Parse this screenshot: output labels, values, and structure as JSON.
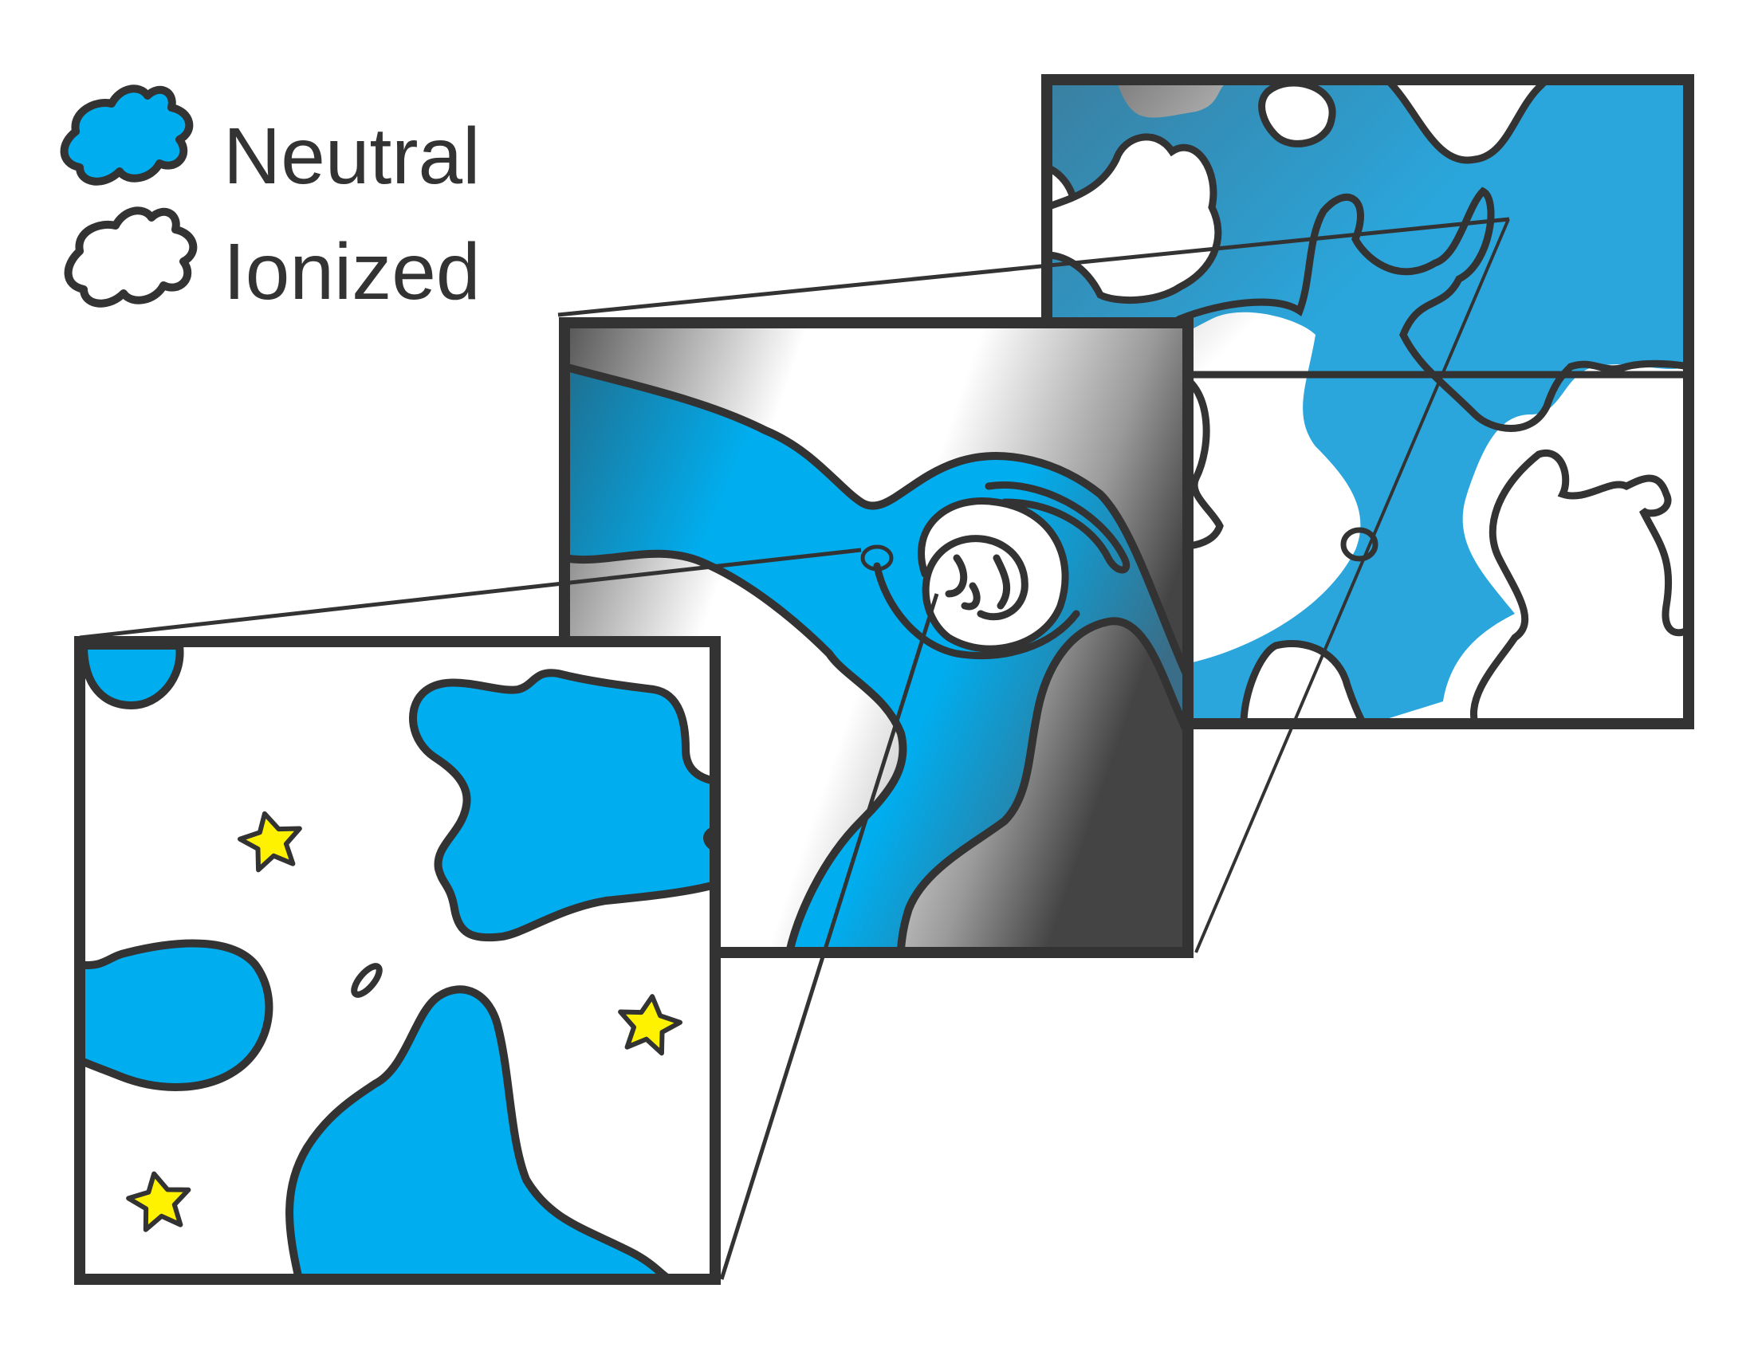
{
  "legend": {
    "items": [
      {
        "label": "Neutral",
        "swatch": "neutral-blob-icon",
        "color": "#00AEEF"
      },
      {
        "label": "Ionized",
        "swatch": "ionized-blob-icon",
        "color": "#FFFFFF"
      }
    ]
  },
  "colors": {
    "neutral": "#00AEEF",
    "ionized": "#FFFFFF",
    "outline": "#333333",
    "star": "#FFF200",
    "background": "#FFFFFF"
  },
  "panels": [
    {
      "name": "far-zoom-panel",
      "description_icon": "zoomed-out-region"
    },
    {
      "name": "mid-zoom-panel",
      "description_icon": "zoom-in-swirl-region"
    },
    {
      "name": "near-zoom-panel",
      "description_icon": "zoom-in-cloud-region"
    }
  ]
}
